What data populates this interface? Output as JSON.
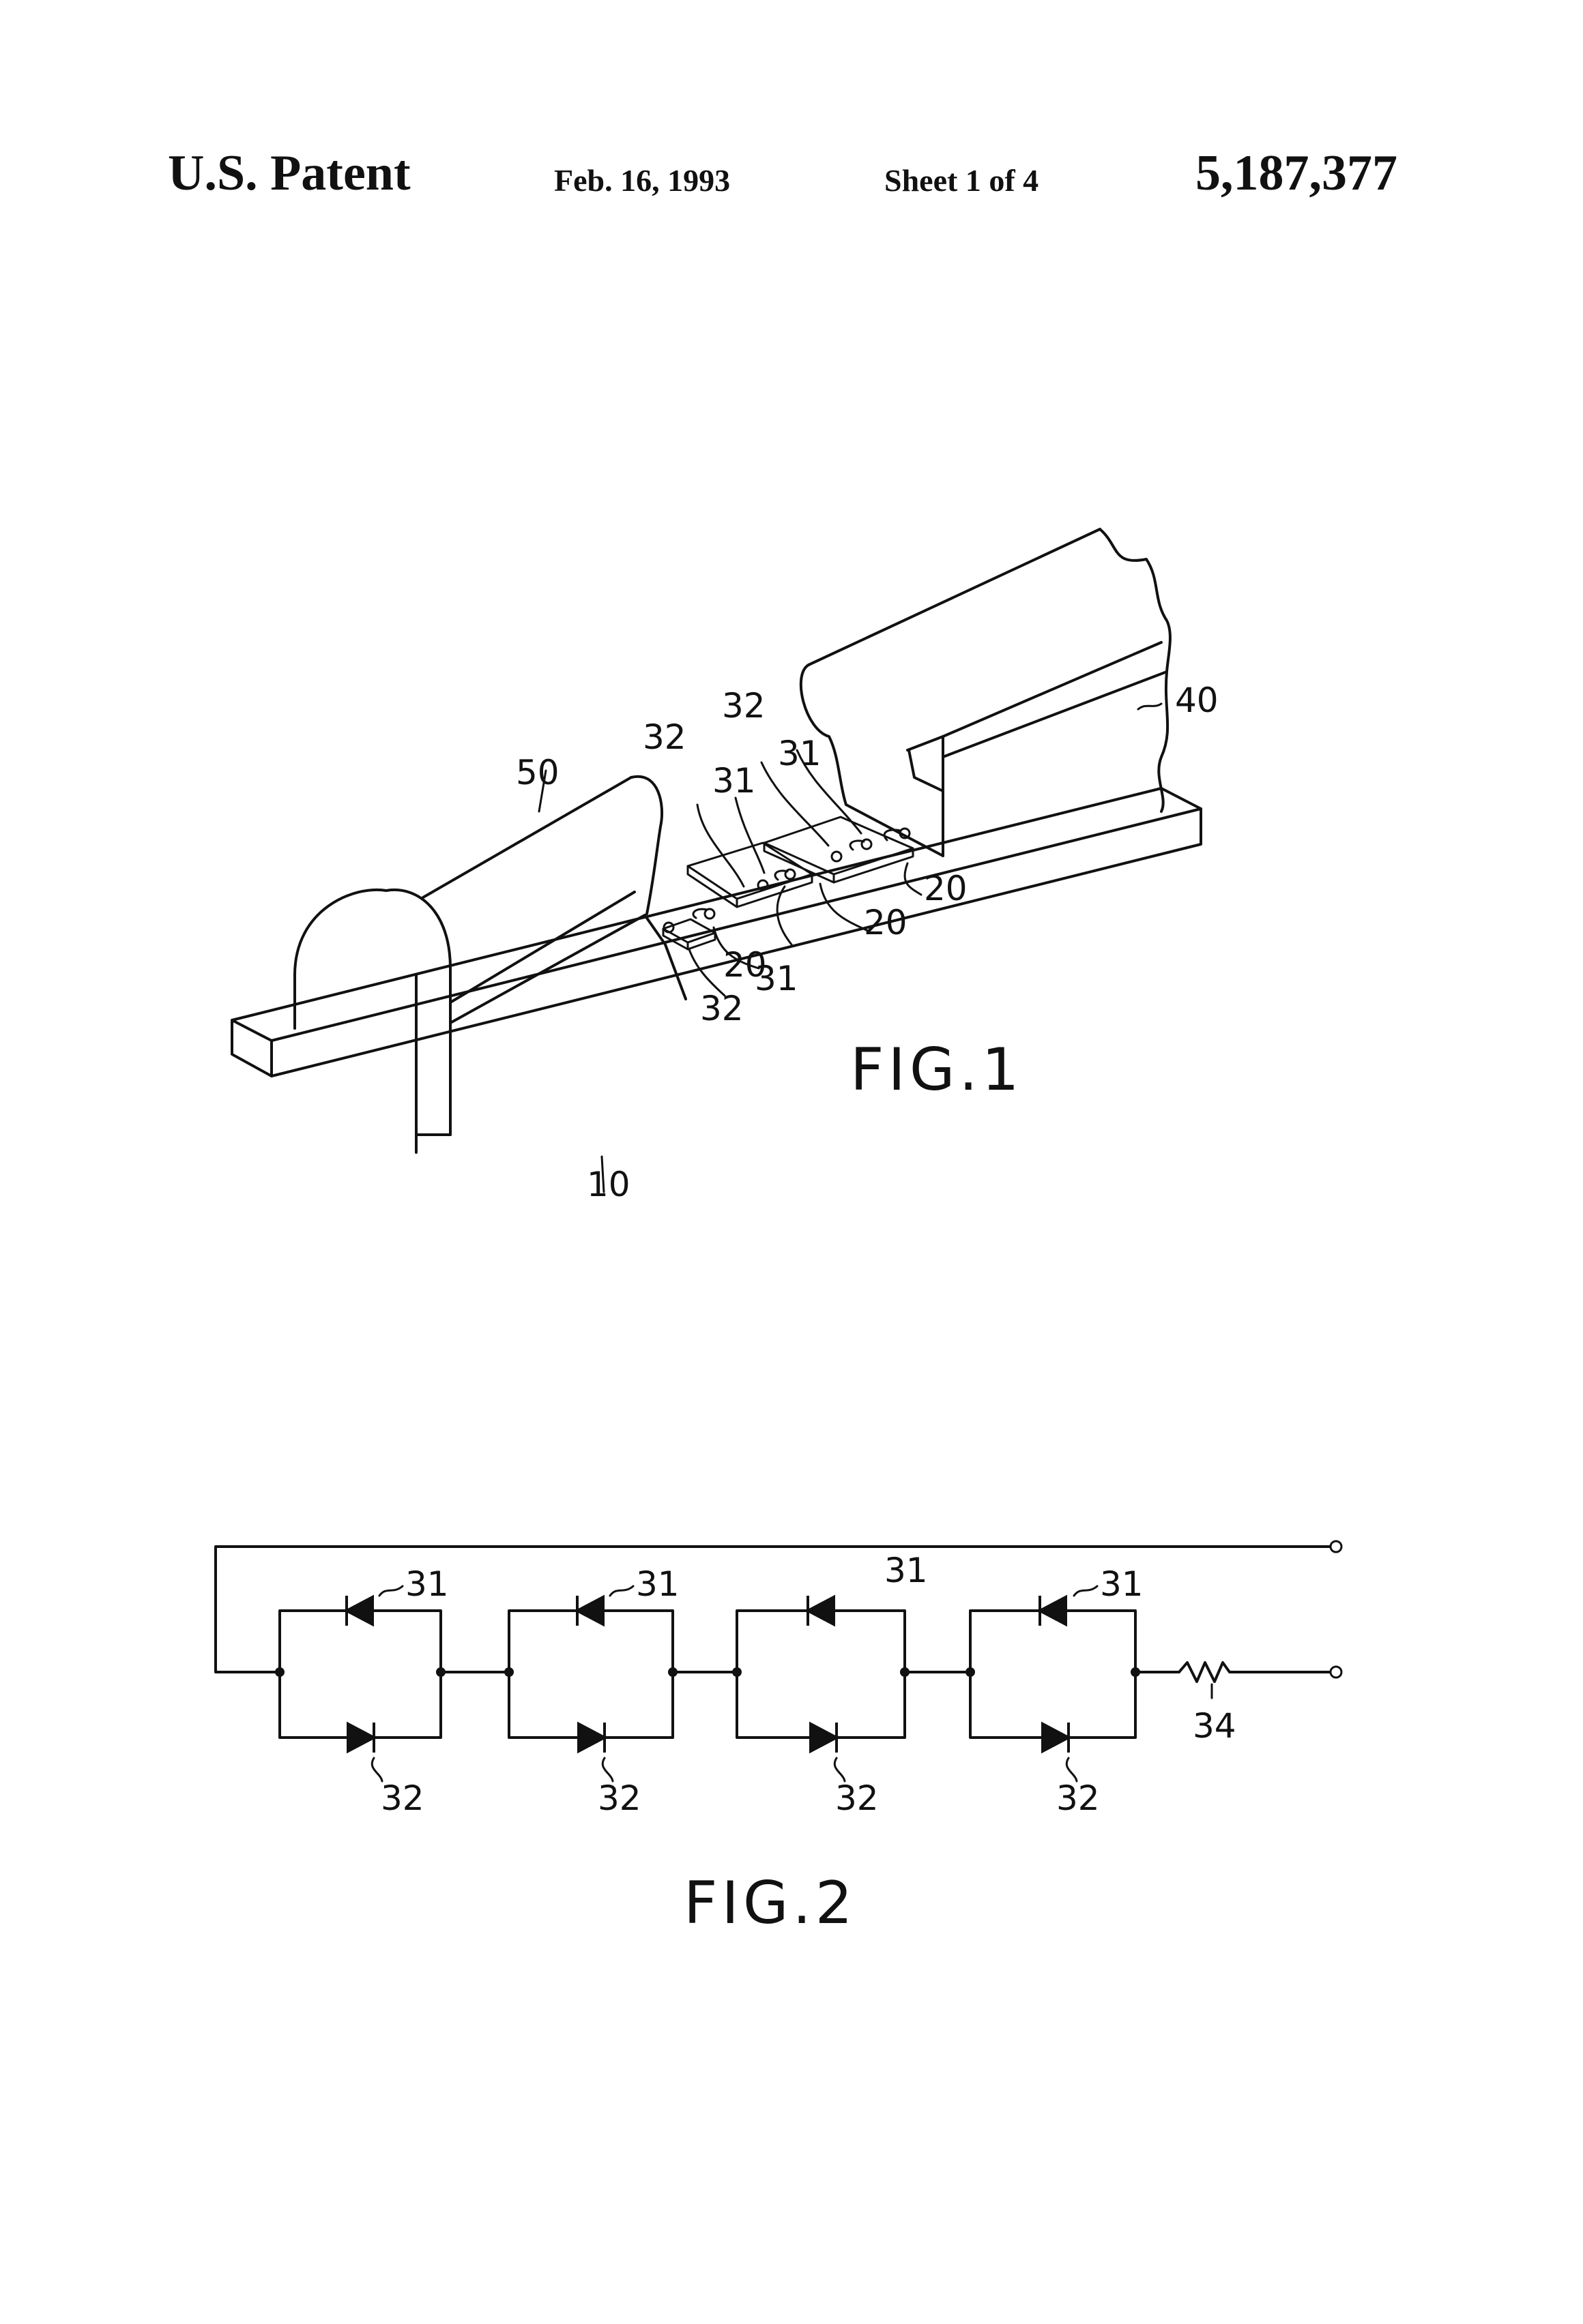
{
  "header": {
    "title": "U.S. Patent",
    "date": "Feb. 16, 1993",
    "sheet": "Sheet 1 of 4",
    "patent_number": "5,187,377"
  },
  "fig1": {
    "caption": "FIG.1",
    "labels": {
      "substrate": "10",
      "chip_a": "20",
      "chip_b": "20",
      "chip_c": "20",
      "diode_31_a": "31",
      "diode_31_b": "31",
      "diode_31_c": "31",
      "diode_32_a": "32",
      "diode_32_b": "32",
      "diode_32_c": "32",
      "right_lens": "40",
      "left_lens": "50"
    }
  },
  "fig2": {
    "caption": "FIG.2",
    "labels": {
      "top_1": "31",
      "top_2": "31",
      "top_3": "31",
      "top_4": "31",
      "bot_1": "32",
      "bot_2": "32",
      "bot_3": "32",
      "bot_4": "32",
      "resistor": "34"
    }
  }
}
